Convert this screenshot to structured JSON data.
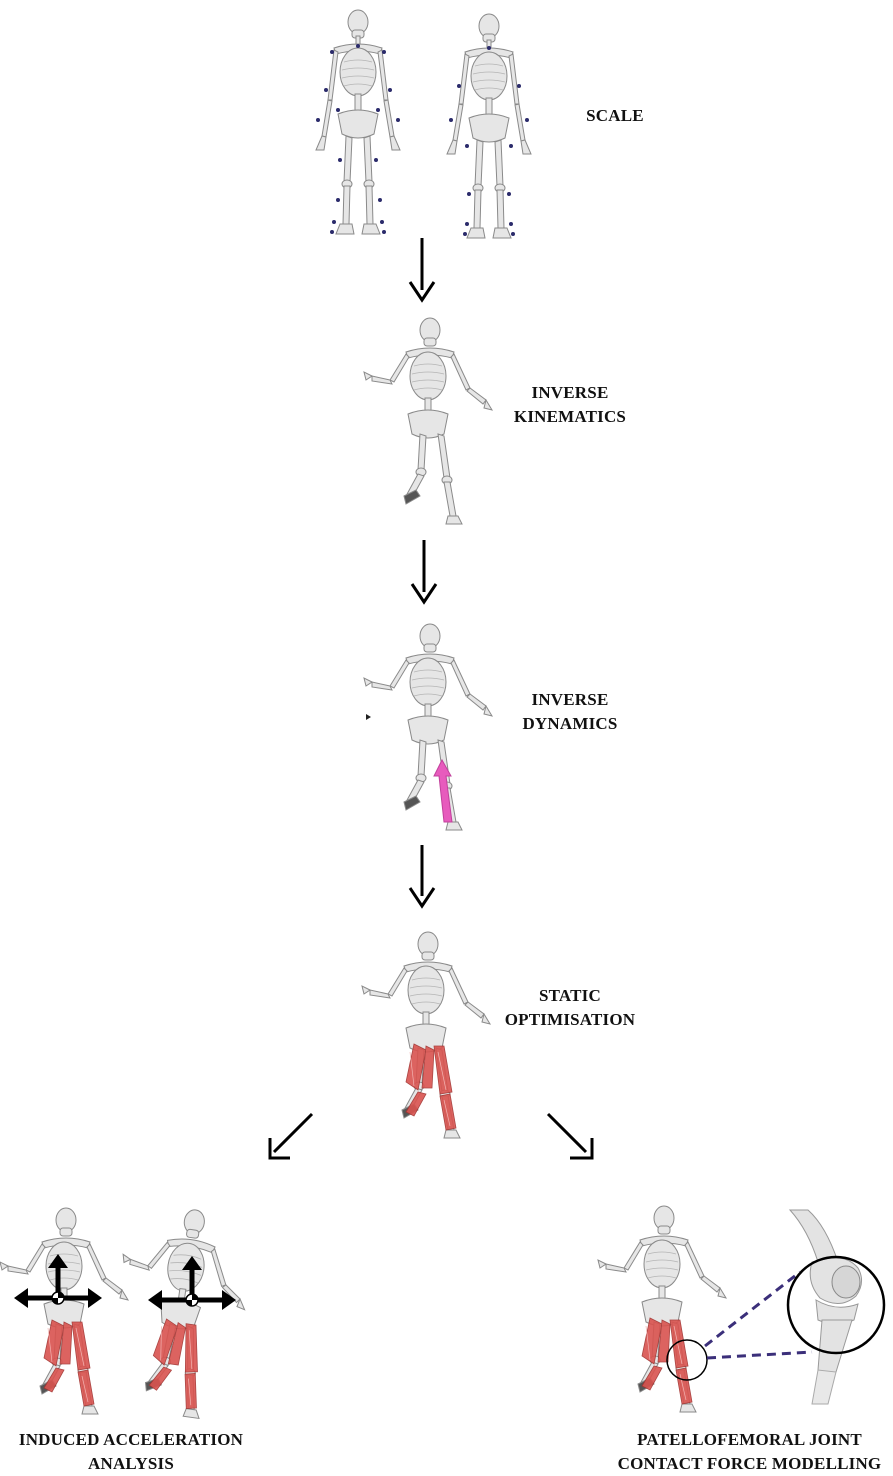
{
  "steps": {
    "scale": {
      "lines": [
        "SCALE"
      ]
    },
    "ik": {
      "lines": [
        "INVERSE",
        "KINEMATICS"
      ]
    },
    "id": {
      "lines": [
        "INVERSE",
        "DYNAMICS"
      ]
    },
    "so": {
      "lines": [
        "STATIC",
        "OPTIMISATION"
      ]
    },
    "iaa": {
      "lines": [
        "INDUCED ACCELERATION",
        "ANALYSIS"
      ]
    },
    "pf": {
      "lines": [
        "PATELLOFEMORAL JOINT",
        "CONTACT FORCE MODELLING"
      ]
    }
  },
  "colors": {
    "bone": "#e6e6e6",
    "bone_stroke": "#8a8a8a",
    "muscle": "#d9534f",
    "force_vector": "#e75bbd",
    "marker": "#2b2b6b",
    "arrow": "#000000",
    "zoom_link": "#3b2f7a"
  }
}
